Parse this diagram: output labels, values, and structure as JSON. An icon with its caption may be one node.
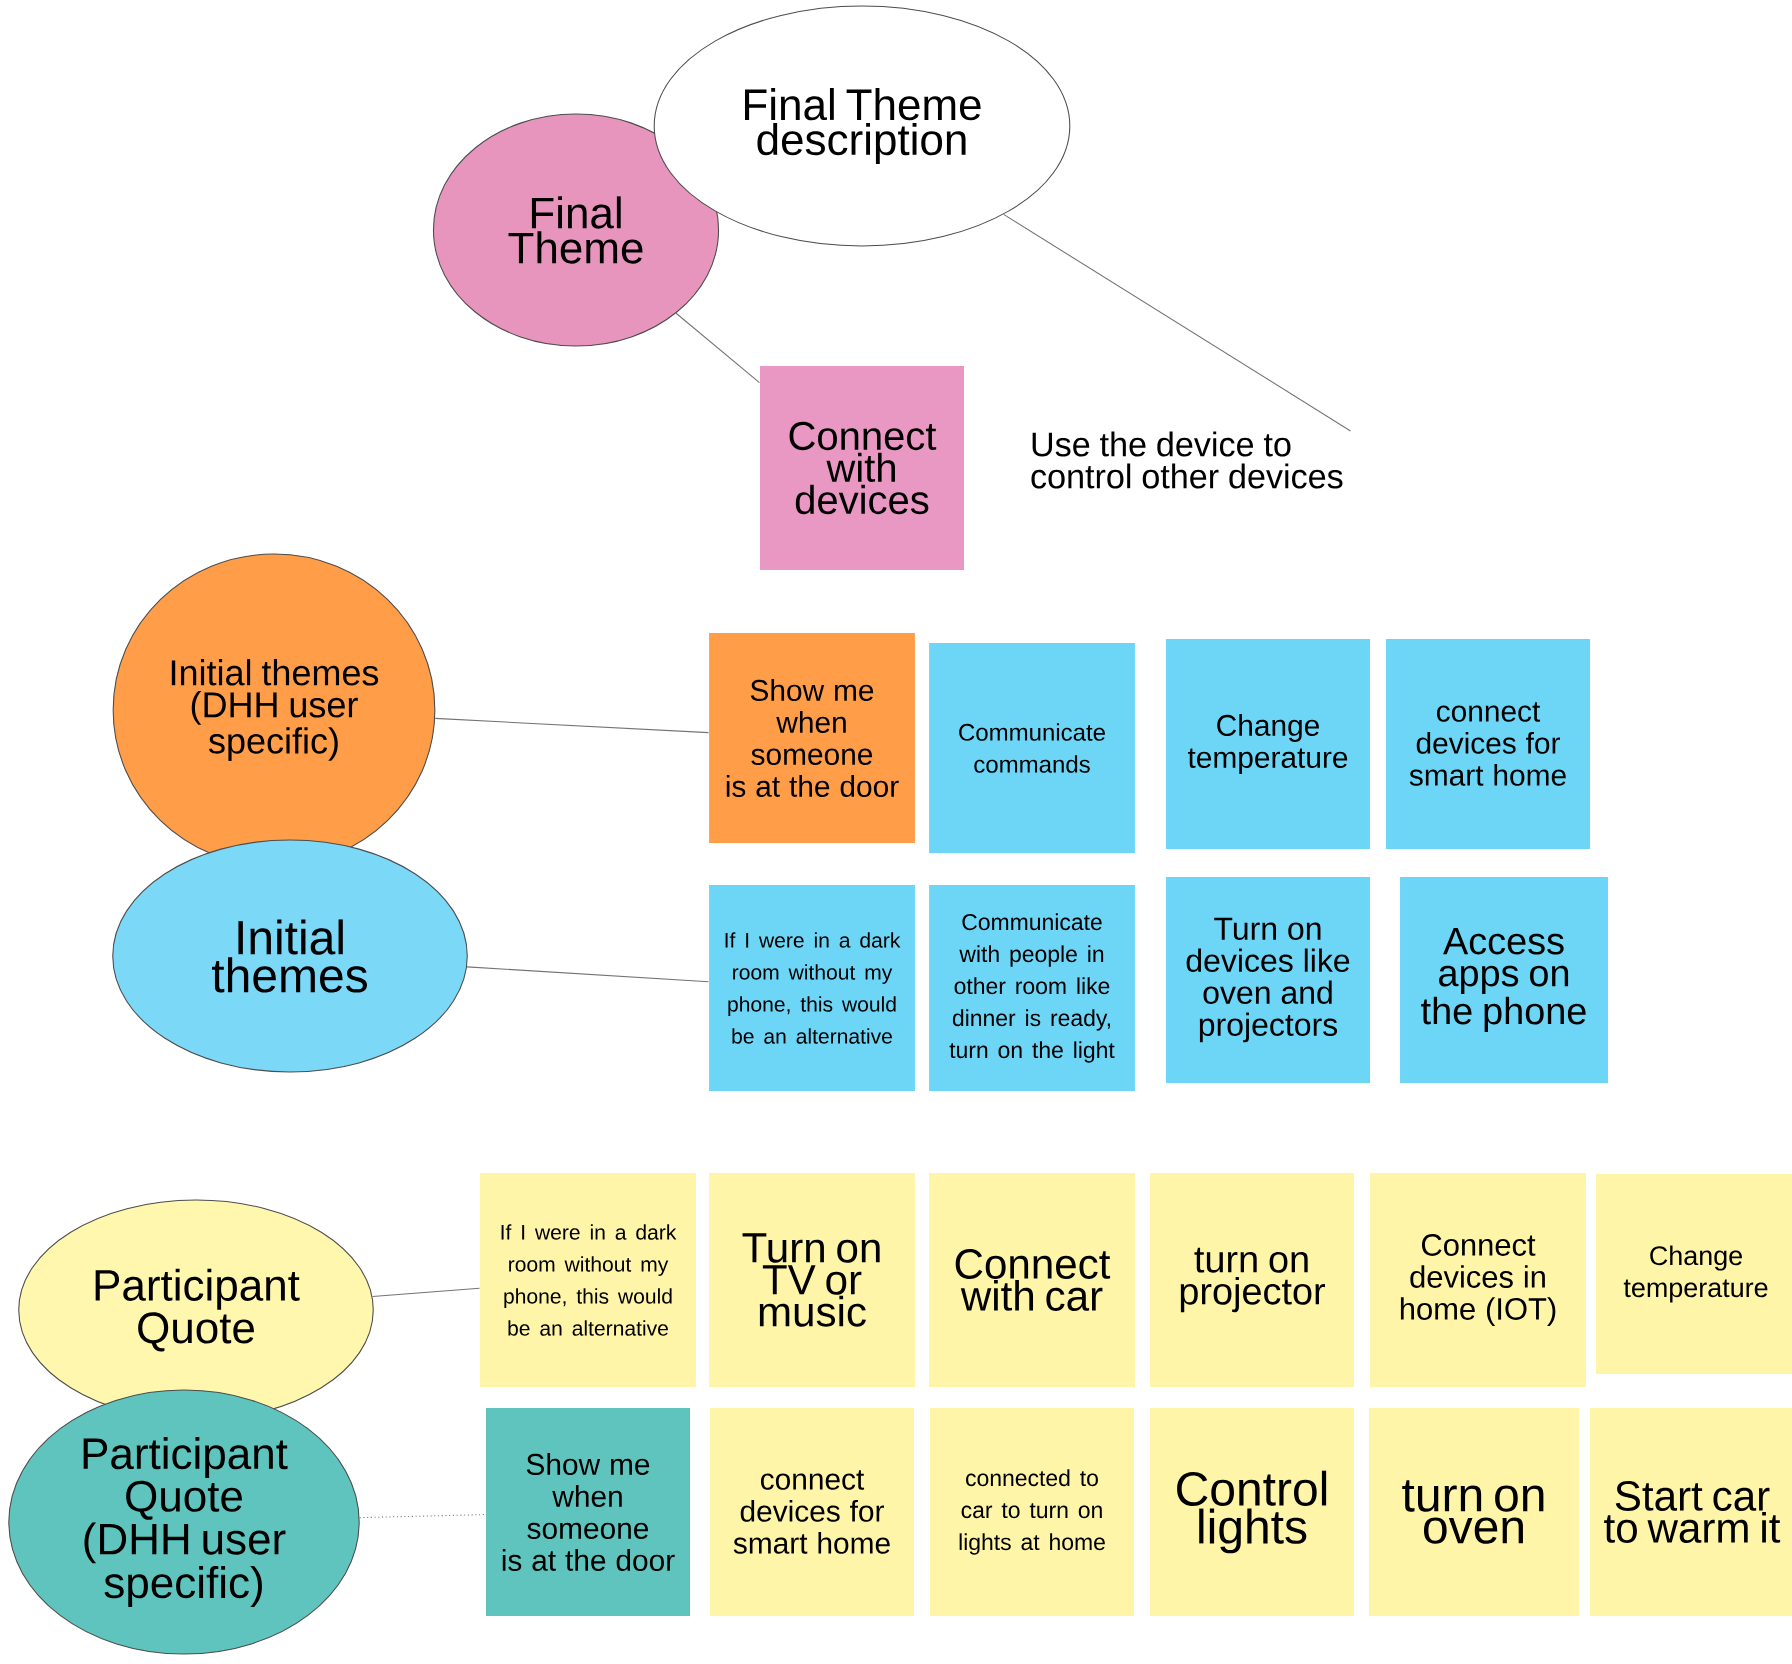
{
  "diagram": {
    "nodes": [
      {
        "text": [
          "Final Theme"
        ]
      },
      {
        "text": [
          "Final Theme description"
        ]
      },
      {
        "text": [
          "Connect with devices"
        ]
      },
      {
        "text": [
          "Use the device to control other devices"
        ]
      },
      {
        "text": [
          "Initial themes (DHH user specific)"
        ]
      },
      {
        "text": [
          "Initial themes"
        ]
      },
      {
        "text": [
          "Show me when someone is at the door"
        ]
      },
      {
        "text": [
          "Communicate commands"
        ]
      },
      {
        "text": [
          "Change temperature"
        ]
      },
      {
        "text": [
          "connect devices for smart home"
        ]
      },
      {
        "text": [
          "If I were in a dark room without my phone, this would be an alternative"
        ]
      },
      {
        "text": [
          "Communicate with people in other room like dinner is ready, turn on the light"
        ]
      },
      {
        "text": [
          "Turn on devices like oven and projectors"
        ]
      },
      {
        "text": [
          "Access apps on the phone"
        ]
      },
      {
        "text": [
          "Participant Quote"
        ]
      },
      {
        "text": [
          "Participant Quote (DHH user specific)"
        ]
      },
      {
        "text": [
          "If I were in a dark room without my phone, this would be an alternative"
        ]
      },
      {
        "text": [
          "Turn on TV or music"
        ]
      },
      {
        "text": [
          "Connect with car"
        ]
      },
      {
        "text": [
          "turn on projector"
        ]
      },
      {
        "text": [
          "Connect devices in home (IOT)"
        ]
      },
      {
        "text": [
          "Change temperature"
        ]
      },
      {
        "text": [
          "Show me when someone is at the door"
        ]
      },
      {
        "text": [
          "connect devices for smart home"
        ]
      },
      {
        "text": [
          "connected to car to turn on lights at home"
        ]
      },
      {
        "text": [
          "Control lights"
        ]
      },
      {
        "text": [
          "turn on oven"
        ]
      },
      {
        "text": [
          "Start car to warm it"
        ]
      }
    ],
    "edges": [
      {
        "from": 0,
        "to": 2,
        "arrow": "none"
      },
      {
        "from": 1,
        "to": 3,
        "arrow": "none"
      },
      {
        "from": 4,
        "to": 6,
        "arrow": "none"
      },
      {
        "from": 5,
        "to": 10,
        "arrow": "none"
      },
      {
        "from": 14,
        "to": 16,
        "arrow": "none"
      },
      {
        "from": 15,
        "to": 22,
        "arrow": "none",
        "style": "dashed"
      }
    ]
  }
}
